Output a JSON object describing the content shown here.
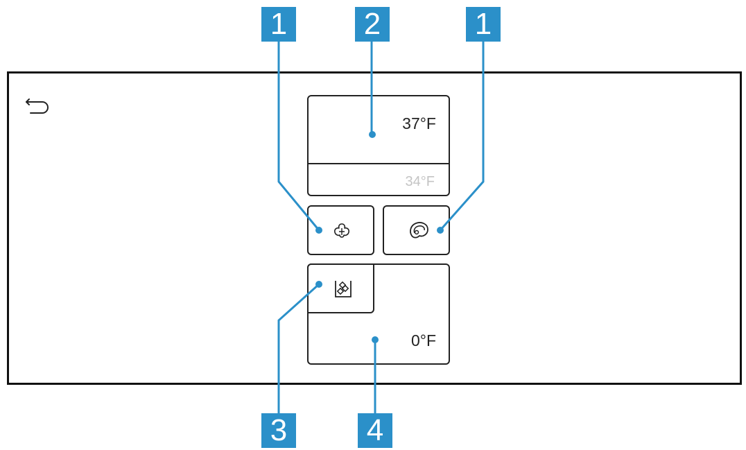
{
  "fridge": {
    "main_temp": "37°F",
    "secondary_temp": "34°F"
  },
  "freezer": {
    "temp": "0°F"
  },
  "callouts": [
    {
      "id": "callout-1-left",
      "text": "1"
    },
    {
      "id": "callout-2",
      "text": "2"
    },
    {
      "id": "callout-1-right",
      "text": "1"
    },
    {
      "id": "callout-3",
      "text": "3"
    },
    {
      "id": "callout-4",
      "text": "4"
    }
  ],
  "icons": {
    "back": "back-arrow-icon",
    "vegetable": "vegetable-icon",
    "meat": "meat-icon",
    "ice": "ice-cubes-icon"
  },
  "colors": {
    "callout": "#2b90c9",
    "inactive_text": "#c4c4c4",
    "border": "#222222"
  }
}
